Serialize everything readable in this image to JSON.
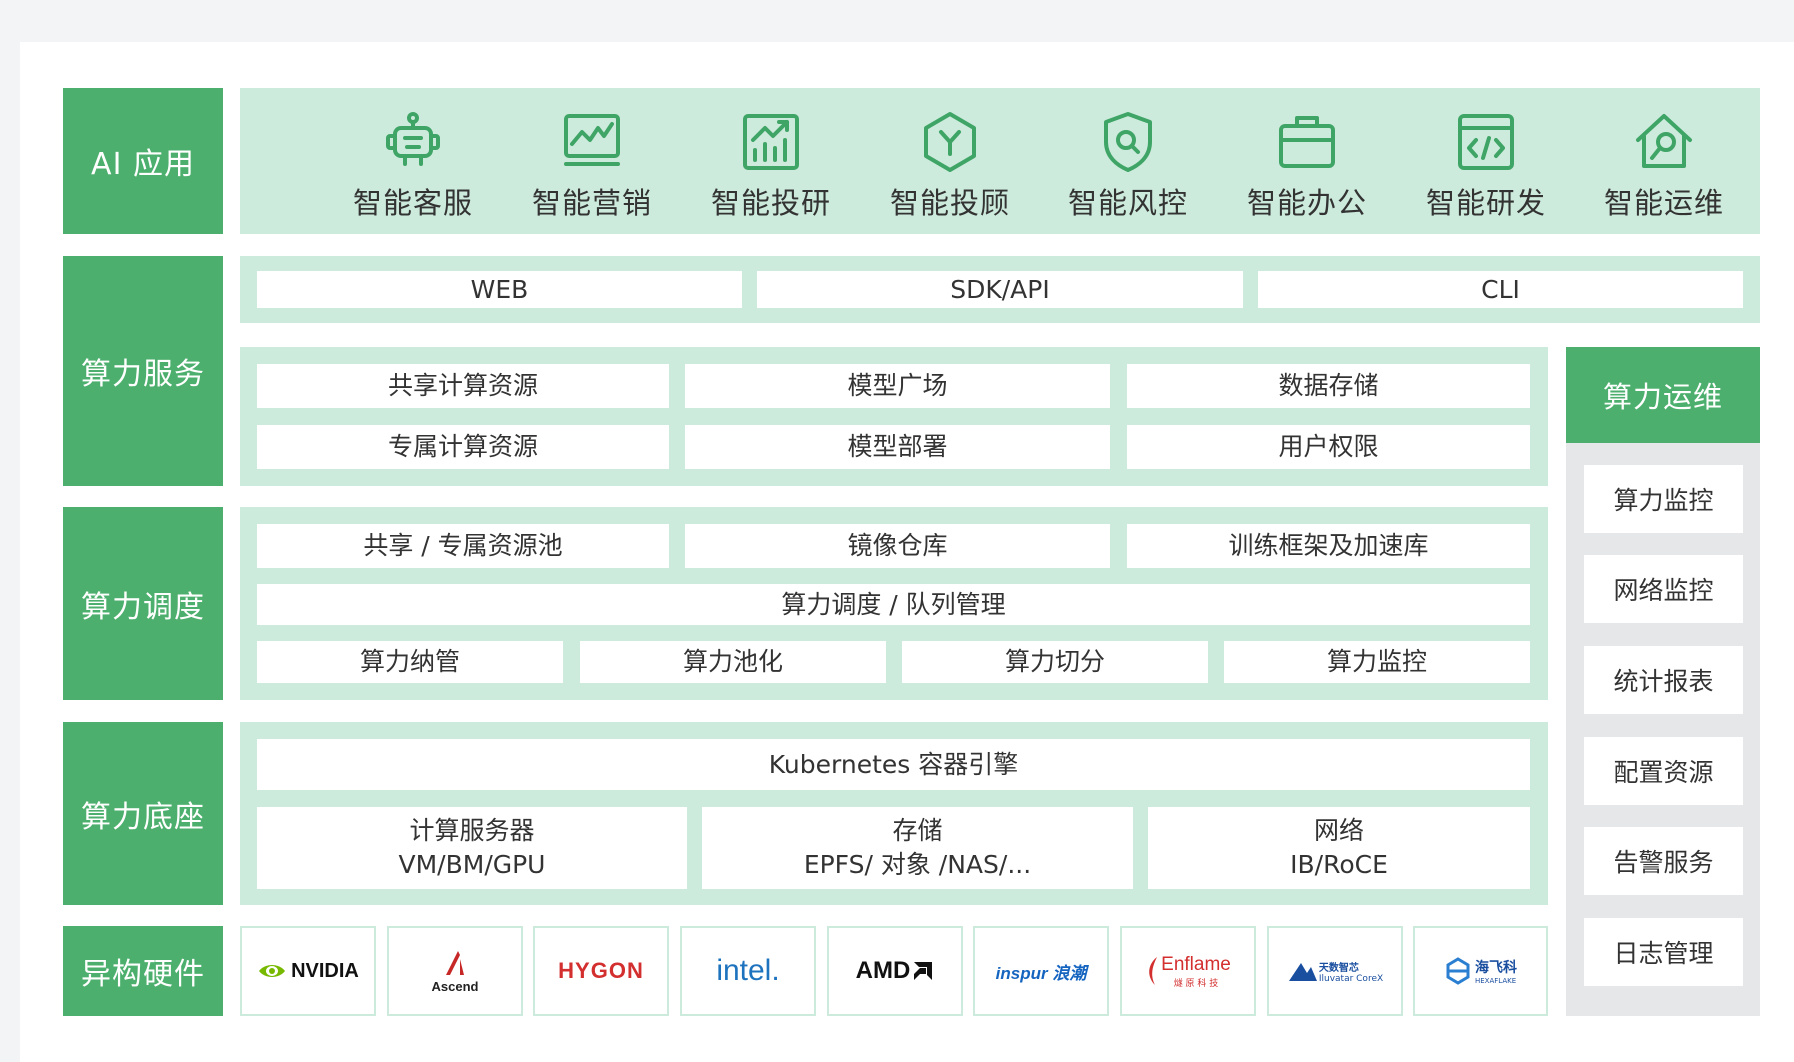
{
  "colors": {
    "accent": "#4caf6d",
    "panel": "#cdebdd",
    "ops_panel": "#e6e7e9"
  },
  "rows": {
    "ai": "AI 应用",
    "service": "算力服务",
    "schedule": "算力调度",
    "base": "算力底座",
    "hardware": "异构硬件"
  },
  "ai_apps": [
    {
      "label": "智能客服",
      "icon": "robot-icon"
    },
    {
      "label": "智能营销",
      "icon": "trend-chart-icon"
    },
    {
      "label": "智能投研",
      "icon": "bar-chart-up-icon"
    },
    {
      "label": "智能投顾",
      "icon": "hexagon-y-icon"
    },
    {
      "label": "智能风控",
      "icon": "shield-search-icon"
    },
    {
      "label": "智能办公",
      "icon": "briefcase-icon"
    },
    {
      "label": "智能研发",
      "icon": "code-window-icon"
    },
    {
      "label": "智能运维",
      "icon": "wrench-house-icon"
    }
  ],
  "access": [
    "WEB",
    "SDK/API",
    "CLI"
  ],
  "service_cells": [
    [
      "共享计算资源",
      "模型广场",
      "数据存储"
    ],
    [
      "专属计算资源",
      "模型部署",
      "用户权限"
    ]
  ],
  "schedule_row1": [
    "共享 / 专属资源池",
    "镜像仓库",
    "训练框架及加速库"
  ],
  "schedule_row2": "算力调度 / 队列管理",
  "schedule_row3": [
    "算力纳管",
    "算力池化",
    "算力切分",
    "算力监控"
  ],
  "base_engine": "Kubernetes 容器引擎",
  "base_cells": [
    {
      "title": "计算服务器",
      "sub": "VM/BM/GPU"
    },
    {
      "title": "存储",
      "sub": "EPFS/ 对象 /NAS/..."
    },
    {
      "title": "网络",
      "sub": "IB/RoCE"
    }
  ],
  "ops": {
    "title": "算力运维",
    "items": [
      "算力监控",
      "网络监控",
      "统计报表",
      "配置资源",
      "告警服务",
      "日志管理"
    ]
  },
  "hardware_logos": [
    {
      "text": "NVIDIA",
      "icon": "nvidia-eye-icon",
      "color": "#111111"
    },
    {
      "text": "Ascend",
      "icon": "ascend-mark-icon",
      "color": "#c62828"
    },
    {
      "text": "HYGON",
      "color": "#d32f2f"
    },
    {
      "text": "intel.",
      "color": "#1e73be"
    },
    {
      "text": "AMD",
      "icon": "amd-arrow-icon",
      "color": "#111111"
    },
    {
      "text": "inspur 浪潮",
      "color": "#1565c0"
    },
    {
      "text": "Enflame",
      "sub": "燧 原 科 技",
      "icon": "enflame-flame-icon",
      "color": "#d32f2f"
    },
    {
      "text": "天数智芯",
      "sub": "Iluvatar CoreX",
      "icon": "iluvatar-mountain-icon",
      "color": "#1a4fa0"
    },
    {
      "text": "海飞科",
      "sub": "HEXAFLAKE",
      "icon": "hexaflake-icon",
      "color": "#1a4fa0"
    }
  ]
}
